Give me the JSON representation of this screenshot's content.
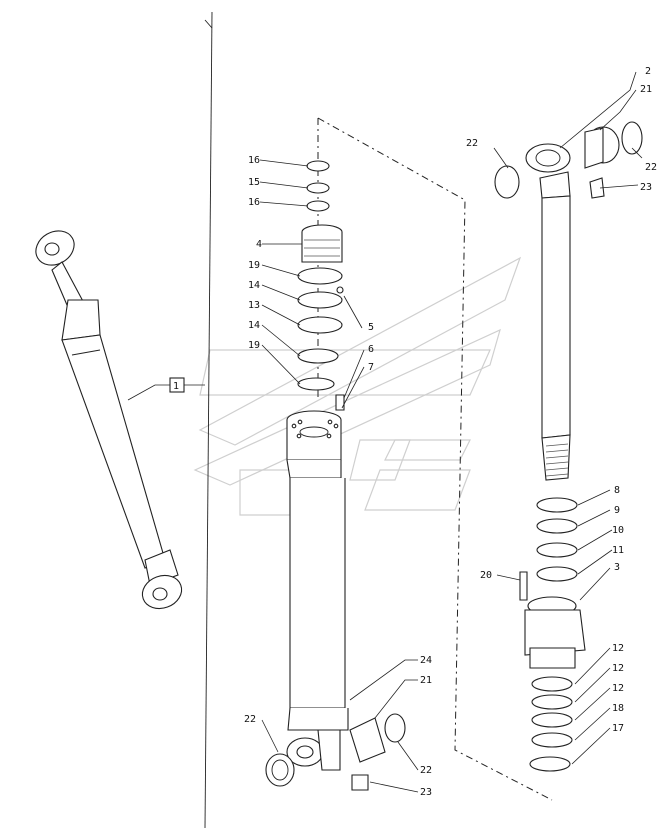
{
  "callouts": [
    {
      "id": "c2",
      "label": "2"
    },
    {
      "id": "c21a",
      "label": "21"
    },
    {
      "id": "c22a",
      "label": "22"
    },
    {
      "id": "c22b",
      "label": "22"
    },
    {
      "id": "c23a",
      "label": "23"
    },
    {
      "id": "c16a",
      "label": "16"
    },
    {
      "id": "c15",
      "label": "15"
    },
    {
      "id": "c16b",
      "label": "16"
    },
    {
      "id": "c4",
      "label": "4"
    },
    {
      "id": "c19a",
      "label": "19"
    },
    {
      "id": "c14a",
      "label": "14"
    },
    {
      "id": "c13",
      "label": "13"
    },
    {
      "id": "c14b",
      "label": "14"
    },
    {
      "id": "c19b",
      "label": "19"
    },
    {
      "id": "c5",
      "label": "5"
    },
    {
      "id": "c6",
      "label": "6"
    },
    {
      "id": "c7",
      "label": "7"
    },
    {
      "id": "c1",
      "label": "1"
    },
    {
      "id": "c8",
      "label": "8"
    },
    {
      "id": "c9",
      "label": "9"
    },
    {
      "id": "c10",
      "label": "10"
    },
    {
      "id": "c11",
      "label": "11"
    },
    {
      "id": "c20",
      "label": "20"
    },
    {
      "id": "c3",
      "label": "3"
    },
    {
      "id": "c12a",
      "label": "12"
    },
    {
      "id": "c12b",
      "label": "12"
    },
    {
      "id": "c12c",
      "label": "12"
    },
    {
      "id": "c18",
      "label": "18"
    },
    {
      "id": "c17",
      "label": "17"
    },
    {
      "id": "c24",
      "label": "24"
    },
    {
      "id": "c21b",
      "label": "21"
    },
    {
      "id": "c22c",
      "label": "22"
    },
    {
      "id": "c22d",
      "label": "22"
    },
    {
      "id": "c23b",
      "label": "23"
    }
  ]
}
